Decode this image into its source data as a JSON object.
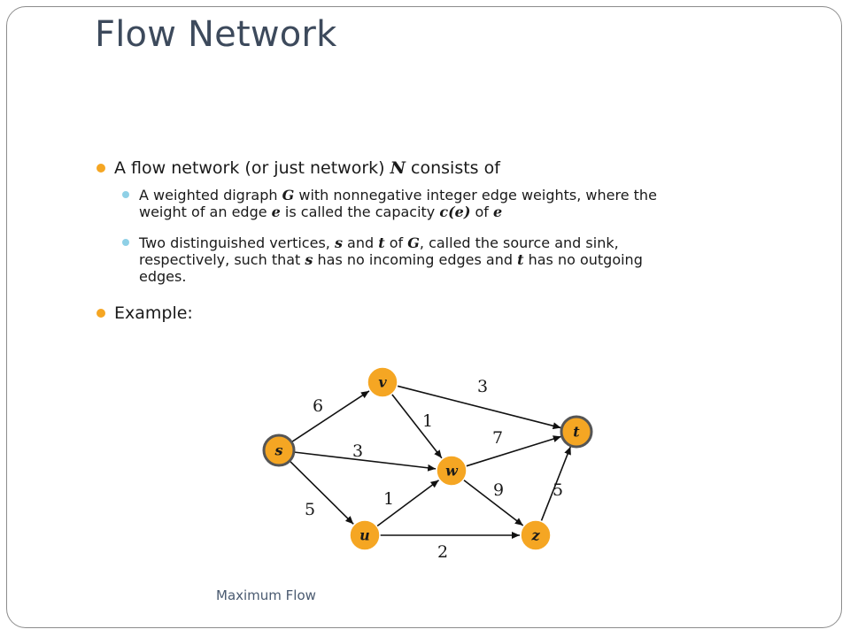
{
  "slide": {
    "title": "Flow Network",
    "footer": "Maximum Flow"
  },
  "bullets": {
    "b1": {
      "pre": "A flow network (or just network) ",
      "var": "N",
      "post": " consists of"
    },
    "b1a": {
      "line1_pre": "A weighted digraph ",
      "line1_var": "G",
      "line1_post": " with nonnegative integer edge weights, where the",
      "line2_pre": "weight of an edge ",
      "line2_var1": "e",
      "line2_mid": " is called the capacity ",
      "line2_cap": "c(e)",
      "line2_of": " of ",
      "line2_var2": "e"
    },
    "b1b": {
      "line1_pre": "Two distinguished vertices, ",
      "line1_s": "s",
      "line1_and": " and ",
      "line1_t": "t",
      "line1_of": " of ",
      "line1_G": "G",
      "line1_post": ", called the source and sink,",
      "line2_pre": "respectively, such that ",
      "line2_s": "s",
      "line2_mid": " has no incoming edges and ",
      "line2_t": "t",
      "line2_post": " has no outgoing",
      "line3": "edges."
    },
    "b2": {
      "text": "Example:"
    }
  },
  "graph": {
    "colors": {
      "node_fill": "#f5a623",
      "node_stroke_source": "#555555",
      "edge": "#111111"
    },
    "nodes": [
      {
        "id": "s",
        "label": "s"
      },
      {
        "id": "v",
        "label": "v"
      },
      {
        "id": "w",
        "label": "w"
      },
      {
        "id": "u",
        "label": "u"
      },
      {
        "id": "z",
        "label": "z"
      },
      {
        "id": "t",
        "label": "t"
      }
    ],
    "edges": [
      {
        "from": "s",
        "to": "v",
        "capacity": "6"
      },
      {
        "from": "s",
        "to": "w",
        "capacity": "3"
      },
      {
        "from": "s",
        "to": "u",
        "capacity": "5"
      },
      {
        "from": "v",
        "to": "t",
        "capacity": "3"
      },
      {
        "from": "v",
        "to": "w",
        "capacity": "1"
      },
      {
        "from": "w",
        "to": "t",
        "capacity": "7"
      },
      {
        "from": "u",
        "to": "w",
        "capacity": "1"
      },
      {
        "from": "w",
        "to": "z",
        "capacity": "9"
      },
      {
        "from": "u",
        "to": "z",
        "capacity": "2"
      },
      {
        "from": "z",
        "to": "t",
        "capacity": "5"
      }
    ]
  }
}
